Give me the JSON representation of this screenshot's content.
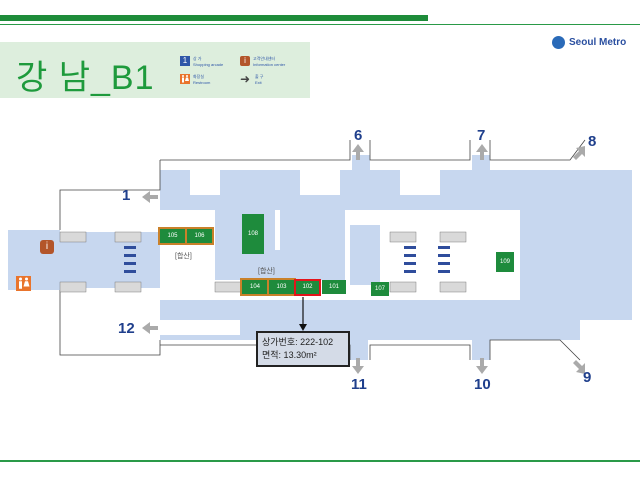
{
  "header": {
    "title": "강    남_B1",
    "logo_text": "Seoul Metro"
  },
  "legend": {
    "items": [
      {
        "icon": "1",
        "label_kr": "상 가",
        "label_en": "Shopping arcade"
      },
      {
        "icon": "i",
        "label_kr": "고객안내센터",
        "label_en": "Information center"
      },
      {
        "icon": "restroom-icon",
        "label_kr": "화장실",
        "label_en": "Restroom"
      },
      {
        "icon": "arrow-icon",
        "label_kr": "출 구",
        "label_en": "Exit"
      }
    ]
  },
  "exits": [
    "1",
    "6",
    "7",
    "8",
    "9",
    "10",
    "11",
    "12"
  ],
  "shops": [
    {
      "id": "105"
    },
    {
      "id": "106"
    },
    {
      "id": "108"
    },
    {
      "id": "104"
    },
    {
      "id": "103"
    },
    {
      "id": "102"
    },
    {
      "id": "101"
    },
    {
      "id": "107"
    },
    {
      "id": "109"
    }
  ],
  "zone_labels": {
    "left": "[합산]",
    "center": "[합산]"
  },
  "tooltip": {
    "line1": "상가번호: 222-102",
    "line2": "면적: 13.30m²"
  },
  "colors": {
    "accent": "#1e8c3a",
    "shop": "#1e8b3c",
    "highlight": "#e4141b",
    "exit_number": "#1f3f8c",
    "corridor": "#c7d7ef"
  }
}
